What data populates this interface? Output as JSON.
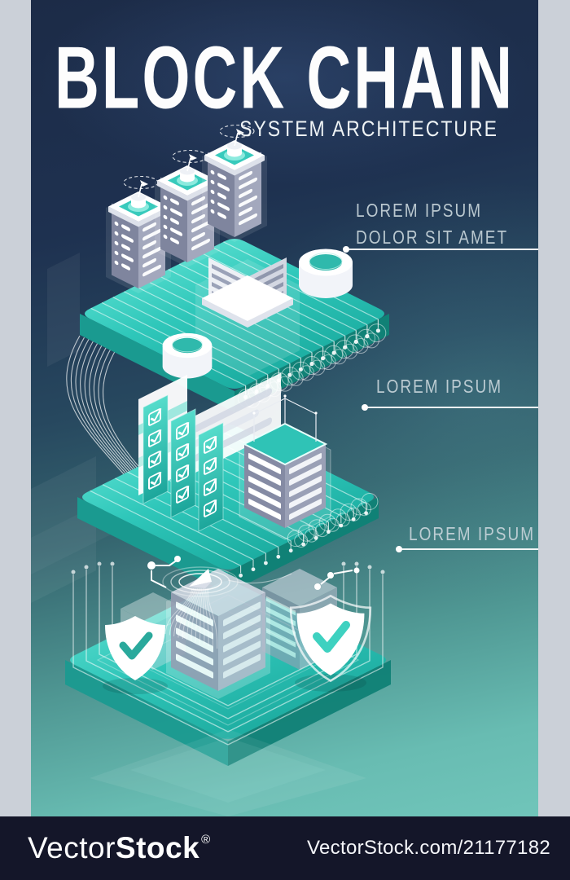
{
  "header": {
    "title": "BLOCK CHAIN",
    "subtitle": "SYSTEM ARCHITECTURE"
  },
  "annotations": [
    {
      "text": "LOREM IPSUM DOLOR SIT AMET"
    },
    {
      "text": "LOREM IPSUM"
    },
    {
      "text": "LOREM IPSUM"
    }
  ],
  "footer": {
    "brand_prefix": "Vector",
    "brand_suffix": "Stock",
    "registered_mark": "®",
    "watermark_url": "VectorStock.com/21177182"
  },
  "colors": {
    "background_top": "#1c2b47",
    "background_mid": "#2f5a68",
    "background_bottom": "#6fc2b7",
    "platform_top": "#3bd2c2",
    "platform_side": "#17968c",
    "accent_teal": "#2fbfb1",
    "server_gray": "#8d93aa",
    "label_text": "#c7d4da",
    "margin_gray": "#cbd0d8",
    "footer_bar": "#141629",
    "text_white": "#ffffff"
  },
  "icons": [
    {
      "name": "server-tower-icon",
      "shape": "isometric-slatted-box-with-antenna"
    },
    {
      "name": "antenna-signal-icon",
      "shape": "dashed-orbit-ellipse-with-arrow"
    },
    {
      "name": "database-cylinder-icon",
      "shape": "white-cylinder-teal-opening"
    },
    {
      "name": "document-stack-icon",
      "shape": "isometric-white-slab-stack"
    },
    {
      "name": "checklist-panel-icon",
      "shape": "teal-panel-checkbox-ticks"
    },
    {
      "name": "server-rack-icon",
      "shape": "slatted-gray-box-wireframe-top"
    },
    {
      "name": "shield-check-icon",
      "shape": "white-shield-teal-checkmark"
    },
    {
      "name": "cursor-pointer-icon",
      "shape": "paper-plane-with-rings"
    },
    {
      "name": "circuit-trace-lines",
      "shape": "parallel-lines-ending-in-dots"
    },
    {
      "name": "cable-bundle-lines",
      "shape": "wavy-s-curve-lines"
    }
  ]
}
